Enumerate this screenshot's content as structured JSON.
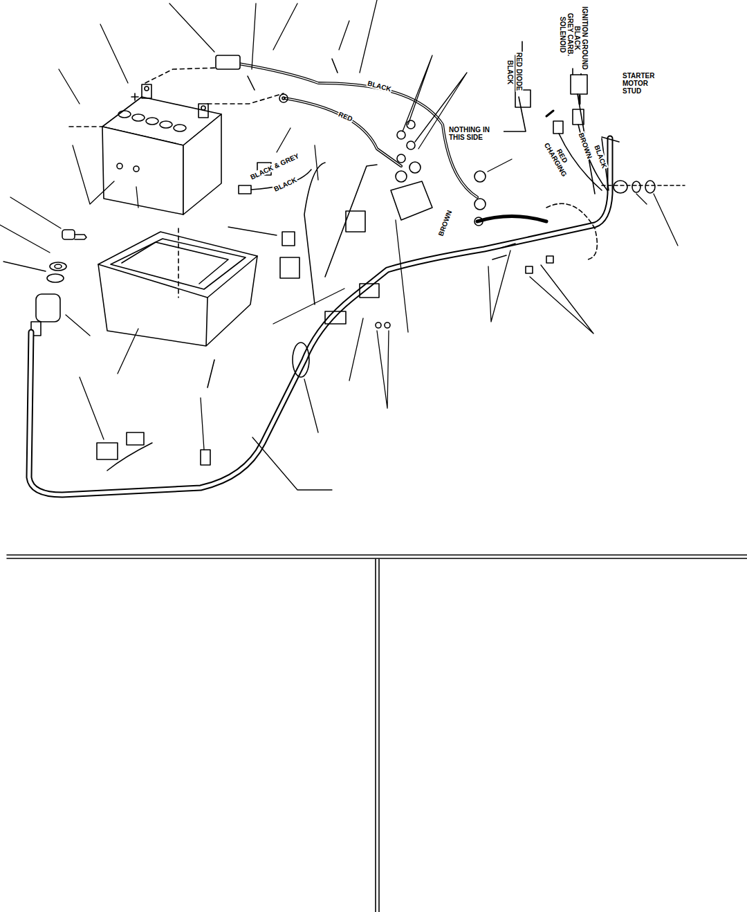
{
  "diagram": {
    "labels": [
      "BLACK",
      "RED",
      "NOTHING IN THIS SIDE",
      "RED DIODE",
      "BLACK",
      "GREY CARB. SOLENOID",
      "IGNITION GROUND BLACK",
      "STARTER MOTOR STUD",
      "BLACK & GREY",
      "BLACK",
      "BROWN",
      "RED CHARGING",
      "BROWN",
      "BLACK"
    ]
  }
}
